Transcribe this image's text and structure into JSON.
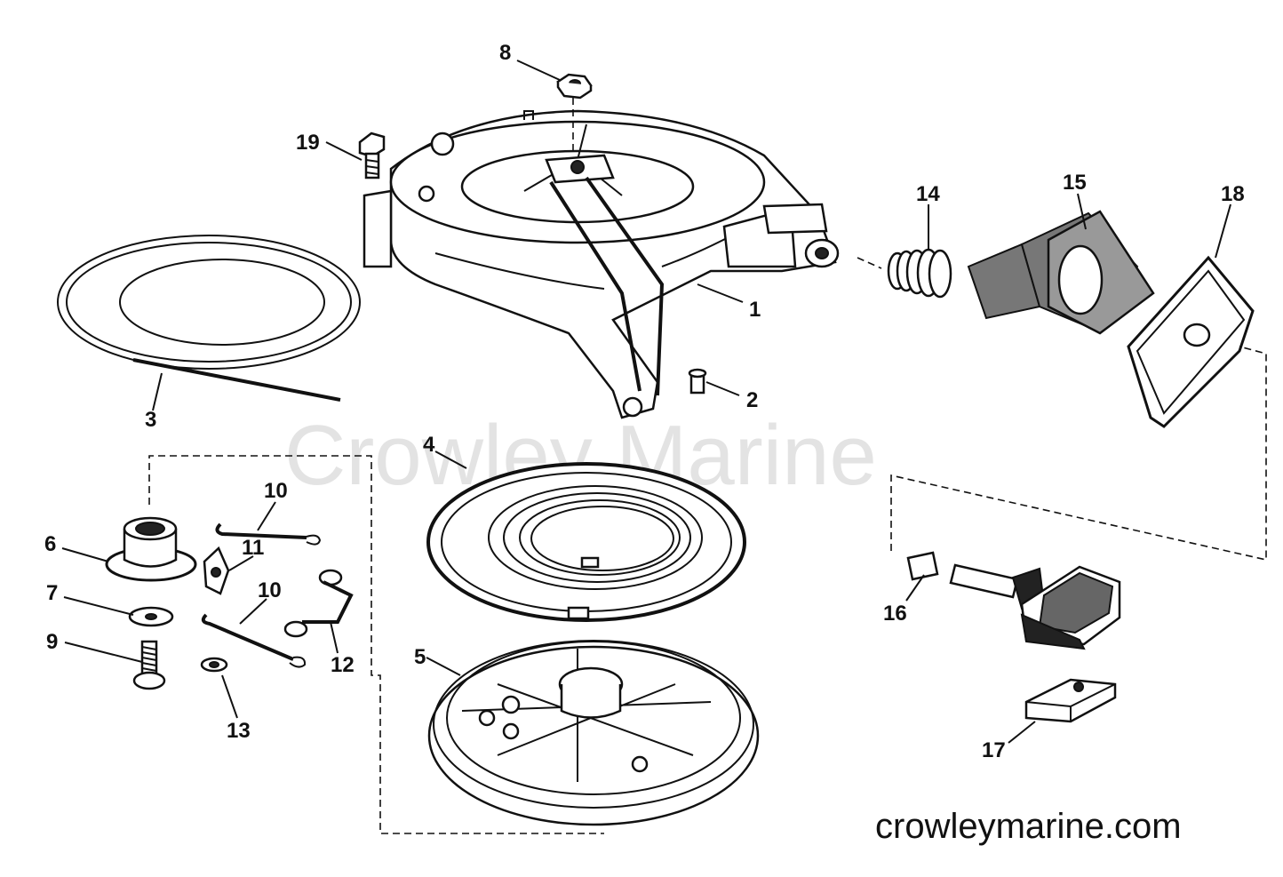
{
  "watermark": "Crowley Marine",
  "website": "crowleymarine.com",
  "callouts": [
    "1",
    "2",
    "3",
    "4",
    "5",
    "6",
    "7",
    "8",
    "9",
    "10",
    "10",
    "11",
    "12",
    "13",
    "14",
    "15",
    "16",
    "17",
    "18",
    "19"
  ]
}
